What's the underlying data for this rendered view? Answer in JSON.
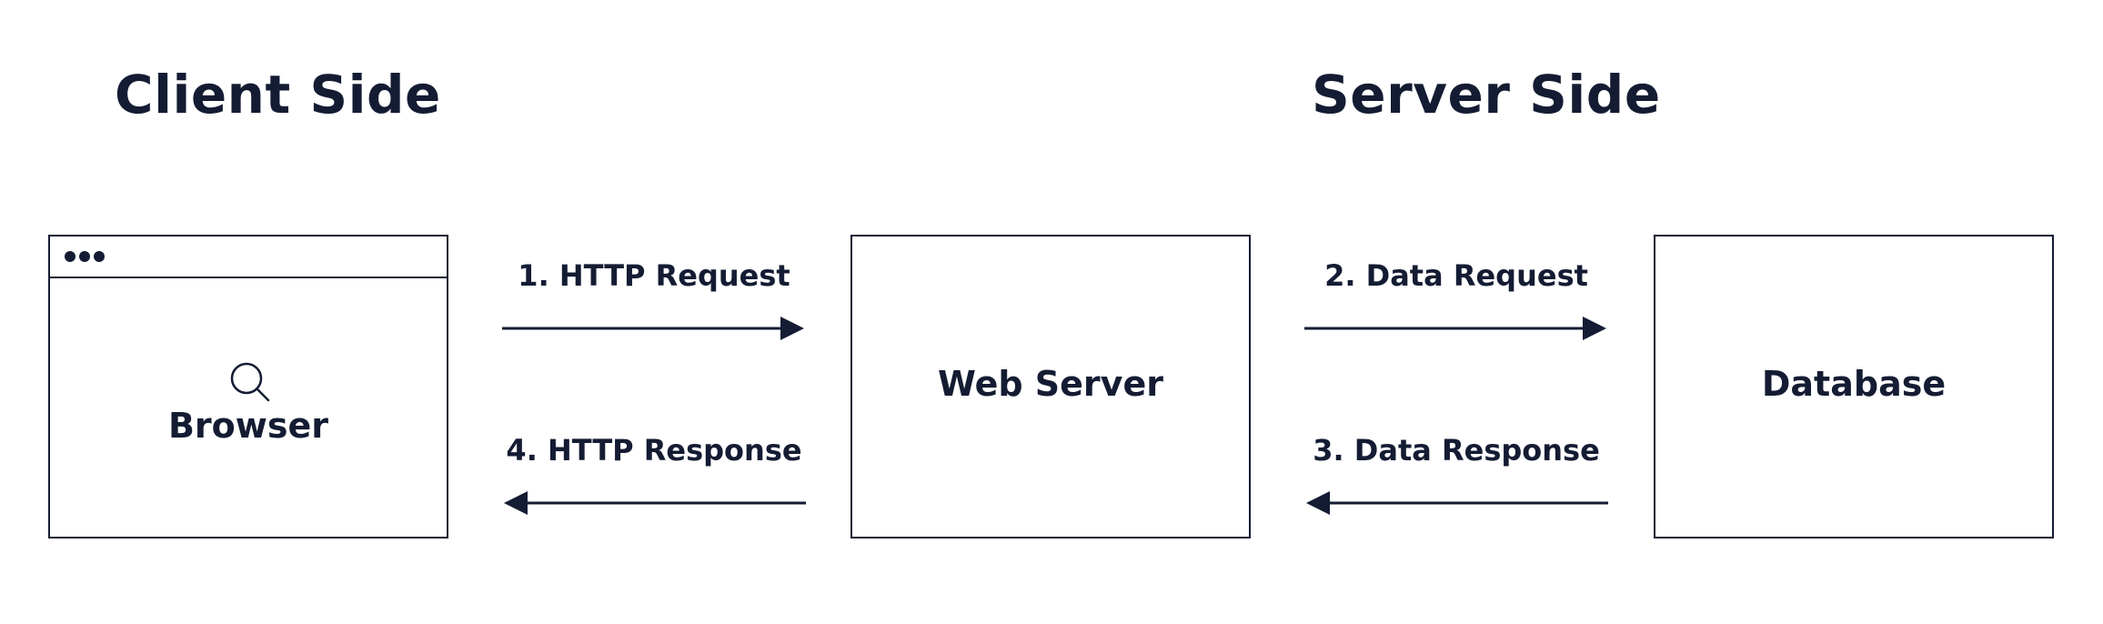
{
  "sections": {
    "client_title": "Client Side",
    "server_title": "Server Side"
  },
  "nodes": {
    "browser": {
      "label": "Browser",
      "icons": [
        "browser-dots-icon",
        "search-icon"
      ]
    },
    "web_server": {
      "label": "Web Server"
    },
    "database": {
      "label": "Database"
    }
  },
  "edges": [
    {
      "label": "1. HTTP Request",
      "from": "Browser",
      "to": "Web Server"
    },
    {
      "label": "2. Data Request",
      "from": "Web Server",
      "to": "Database"
    },
    {
      "label": "3. Data Response",
      "from": "Database",
      "to": "Web Server"
    },
    {
      "label": "4. HTTP Response",
      "from": "Web Server",
      "to": "Browser"
    }
  ],
  "colors": {
    "ink": "#141c33",
    "background": "#ffffff"
  }
}
